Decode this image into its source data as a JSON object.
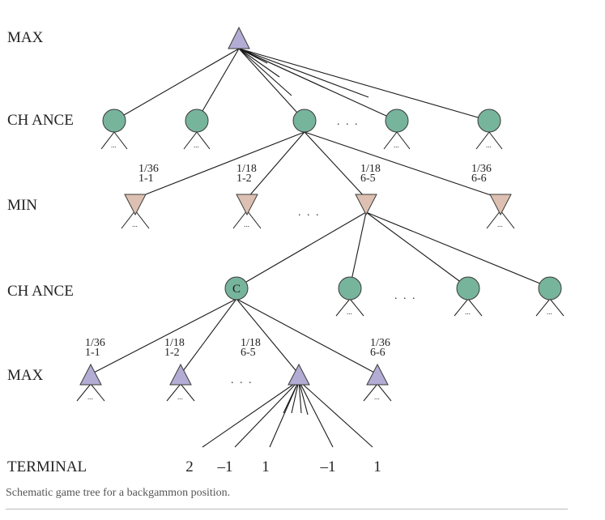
{
  "levels": {
    "max_top": "MAX",
    "chance_top": "CH ANCE",
    "min": "MIN",
    "chance_mid": "CH ANCE",
    "max_bottom": "MAX",
    "terminal": "TERMINAL"
  },
  "chance_edges_upper": [
    {
      "prob": "1/36",
      "roll": "1-1"
    },
    {
      "prob": "1/18",
      "roll": "1-2"
    },
    {
      "prob": "1/18",
      "roll": "6-5"
    },
    {
      "prob": "1/36",
      "roll": "6-6"
    }
  ],
  "chance_edges_lower": [
    {
      "prob": "1/36",
      "roll": "1-1"
    },
    {
      "prob": "1/18",
      "roll": "1-2"
    },
    {
      "prob": "1/18",
      "roll": "6-5"
    },
    {
      "prob": "1/36",
      "roll": "6-6"
    }
  ],
  "chance_node_letter": "C",
  "ellipsis": ". . .",
  "stub_ellipsis": "...",
  "terminal_values": [
    "2",
    "–1",
    "1",
    "–1",
    "1"
  ],
  "colors": {
    "max_node": "#b3acd4",
    "min_node": "#ddc0b2",
    "chance_node": "#77b49c"
  },
  "caption": "Schematic game tree for a backgammon position."
}
